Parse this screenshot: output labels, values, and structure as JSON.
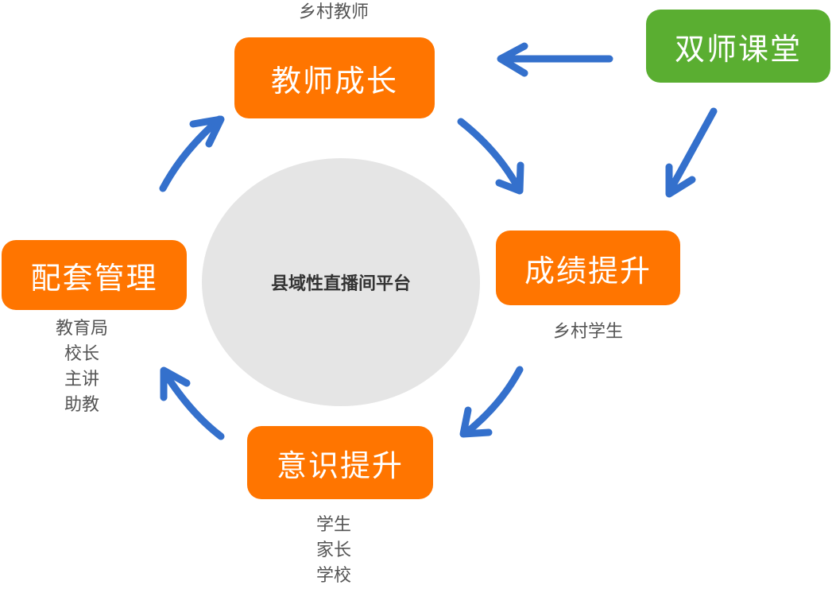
{
  "center": {
    "label": "县域性直播间平台"
  },
  "nodes": {
    "teacher_growth": {
      "label": "教师成长",
      "note": "乡村教师"
    },
    "score_improve": {
      "label": "成绩提升",
      "note": "乡村学生"
    },
    "awareness_improve": {
      "label": "意识提升",
      "notes": [
        "学生",
        "家长",
        "学校"
      ]
    },
    "support_management": {
      "label": "配套管理",
      "notes": [
        "教育局",
        "校长",
        "主讲",
        "助教"
      ]
    },
    "dual_teacher": {
      "label": "双师课堂"
    }
  },
  "colors": {
    "node_orange": "#ff7500",
    "node_green": "#5aae31",
    "arrow_blue": "#3470cc",
    "center_gray": "#e5e5e5"
  },
  "edges": [
    {
      "from": "双师课堂",
      "to": "教师成长"
    },
    {
      "from": "双师课堂",
      "to": "成绩提升"
    },
    {
      "from": "教师成长",
      "to": "成绩提升"
    },
    {
      "from": "成绩提升",
      "to": "意识提升"
    },
    {
      "from": "意识提升",
      "to": "配套管理"
    },
    {
      "from": "配套管理",
      "to": "教师成长"
    }
  ]
}
